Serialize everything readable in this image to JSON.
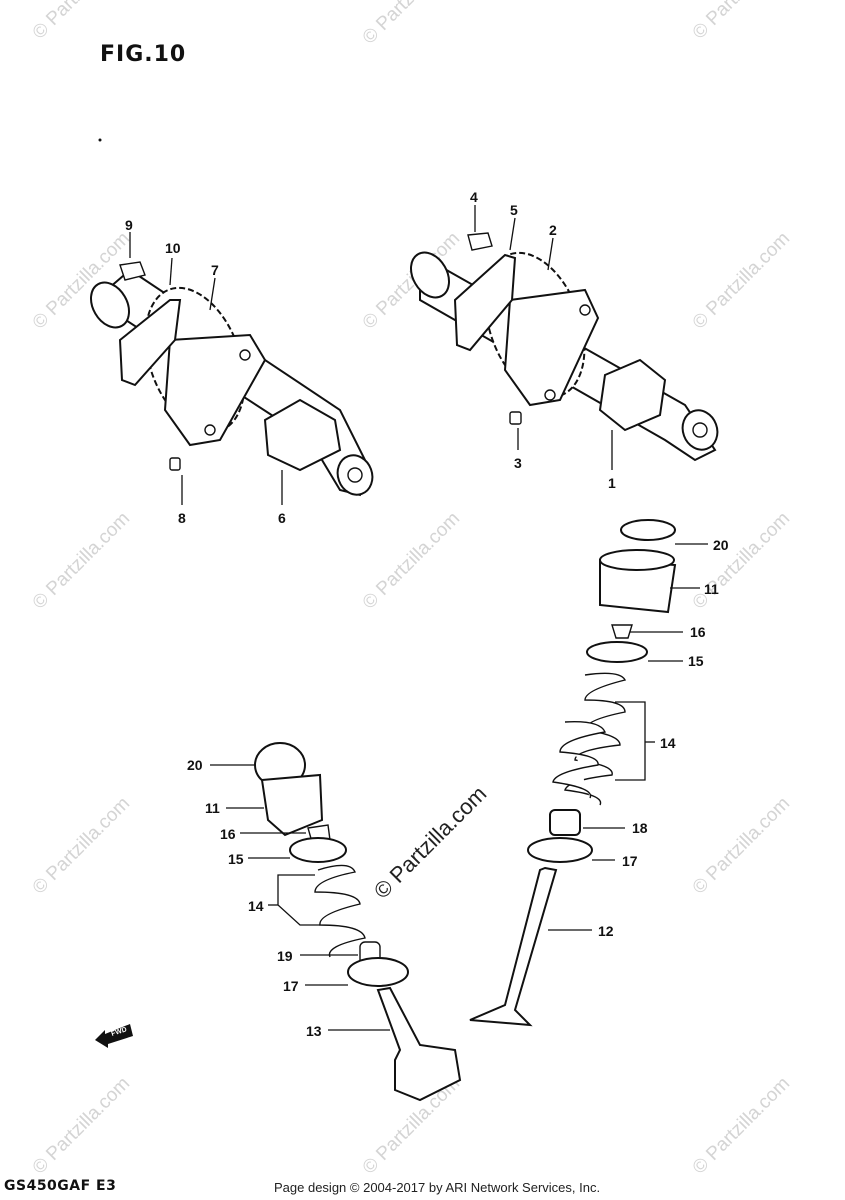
{
  "figure": {
    "title": "FIG.10"
  },
  "footer": {
    "model_code": "GS450GAF E3",
    "credit": "Page design © 2004-2017 by ARI Network Services, Inc."
  },
  "watermark": {
    "text": "© Partzilla.com",
    "center_text": "© Partzilla.com"
  },
  "fwd_label": "FWD",
  "callouts": [
    "1",
    "2",
    "3",
    "4",
    "5",
    "6",
    "7",
    "8",
    "9",
    "10",
    "11",
    "12",
    "13",
    "14",
    "15",
    "16",
    "17",
    "18",
    "19",
    "20"
  ]
}
